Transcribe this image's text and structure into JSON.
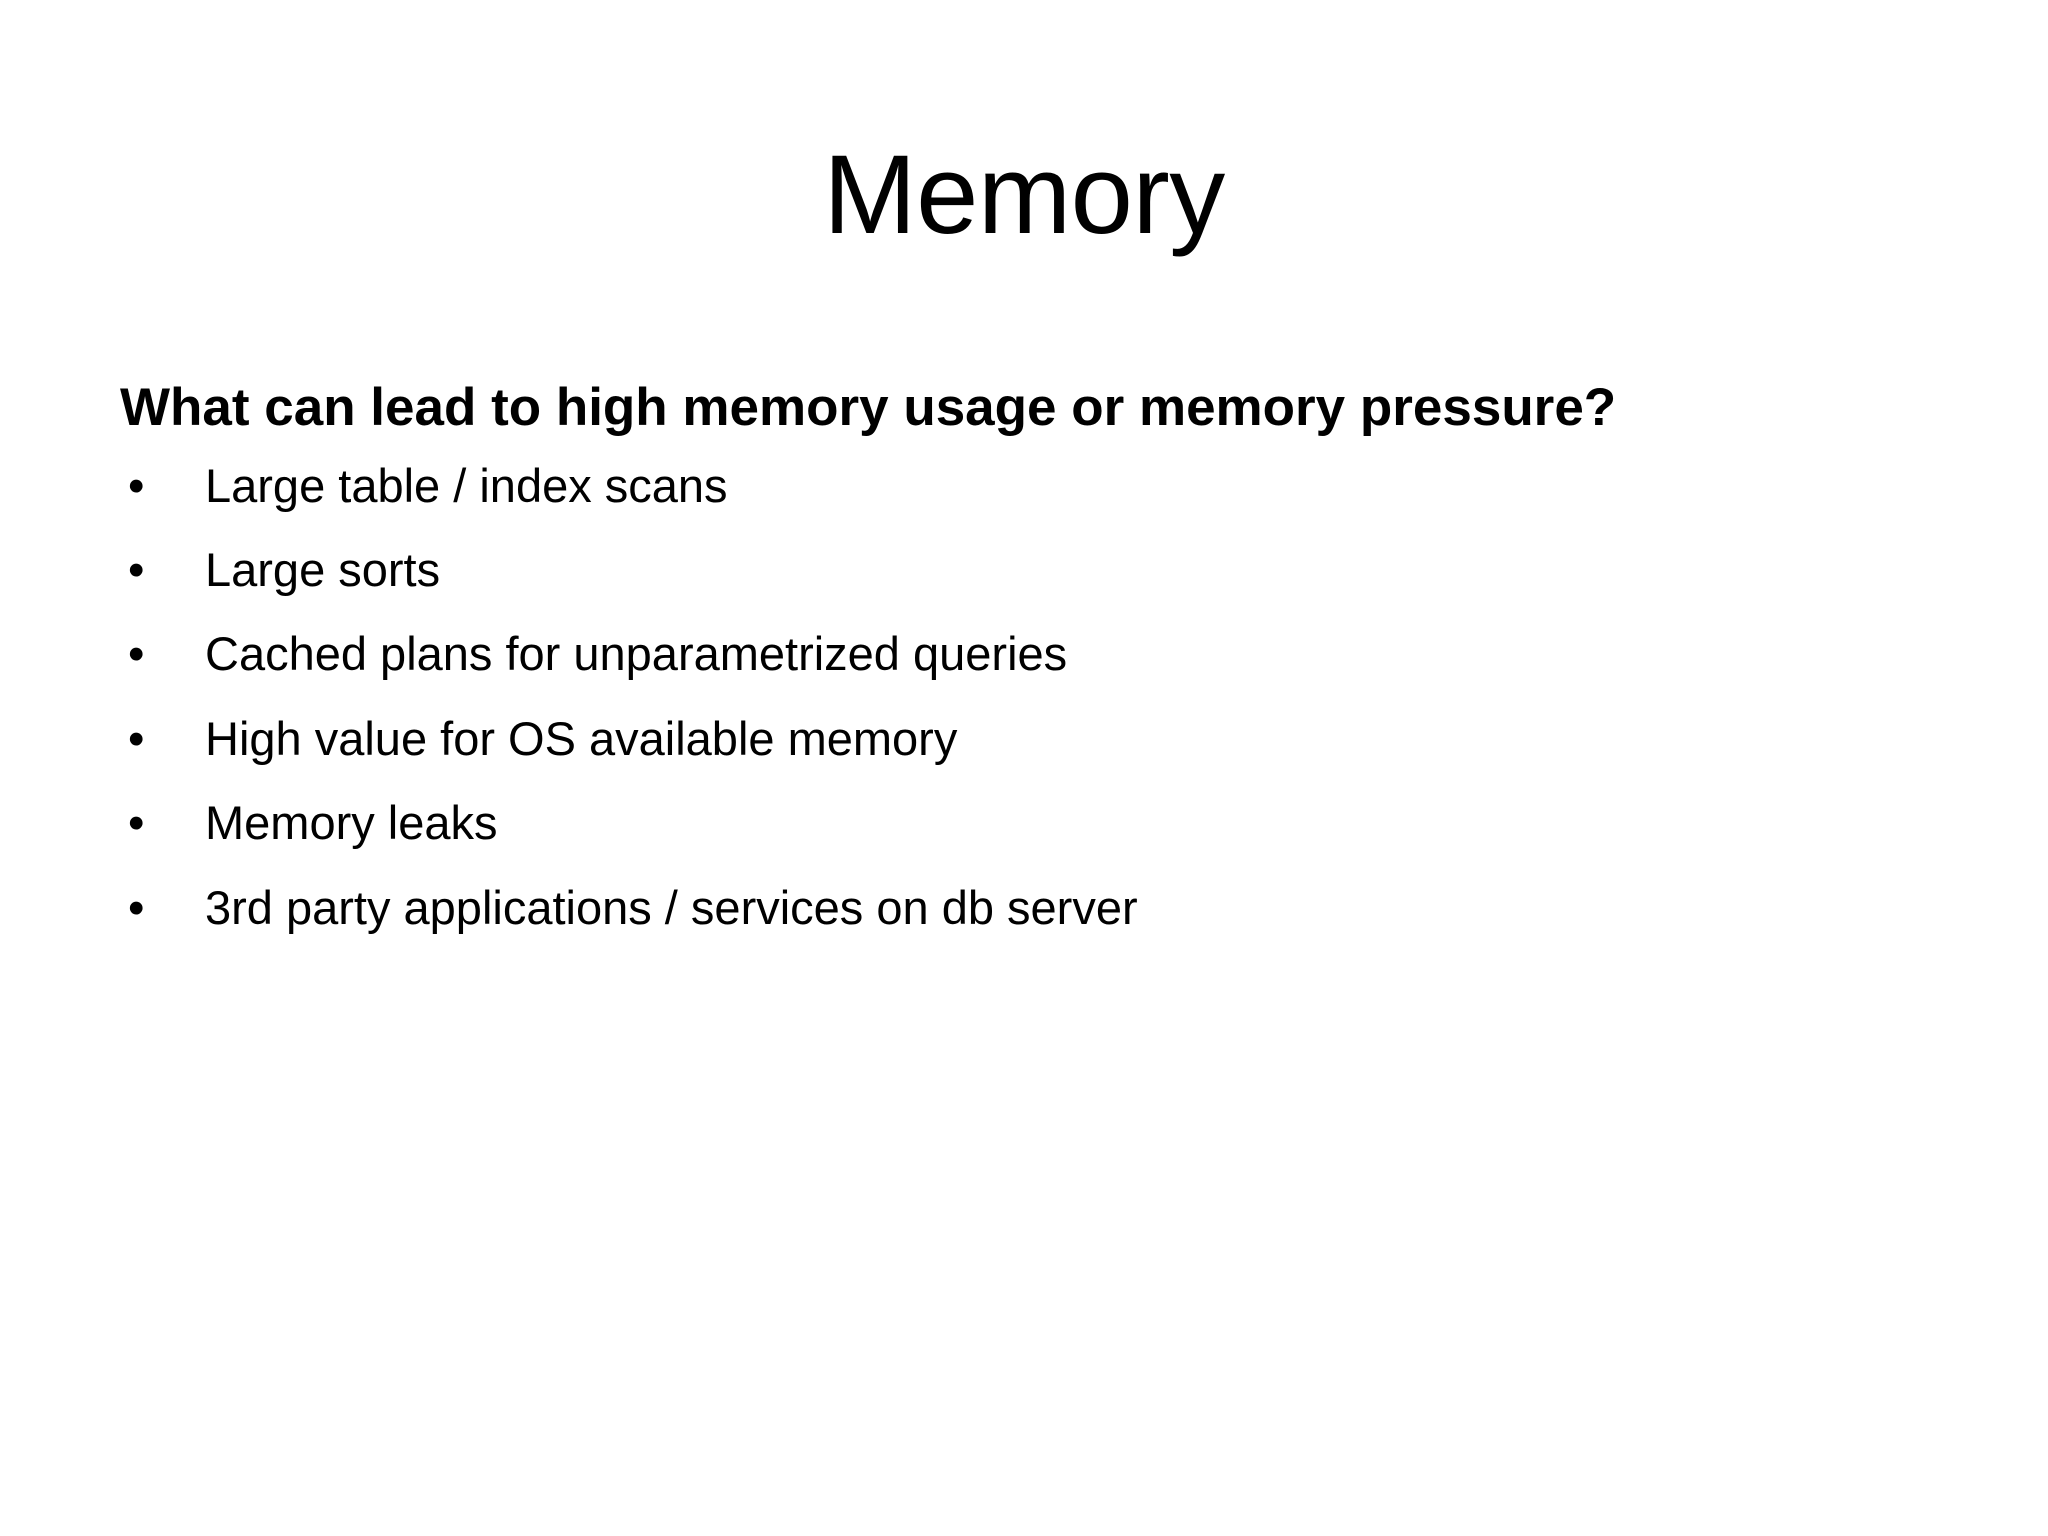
{
  "slide": {
    "title": "Memory",
    "background_color": "#FFFFFF",
    "text_color": "#000000",
    "body": {
      "heading": "What can lead to high memory usage or memory pressure?",
      "bullet_marker": "•",
      "bullets": [
        {
          "text": "Large table / index scans"
        },
        {
          "text": "Large sorts"
        },
        {
          "text": "Cached plans for unparametrized queries"
        },
        {
          "text": "High value for OS available memory"
        },
        {
          "text": "Memory leaks"
        },
        {
          "text": "3rd party applications / services on db server"
        }
      ]
    }
  }
}
